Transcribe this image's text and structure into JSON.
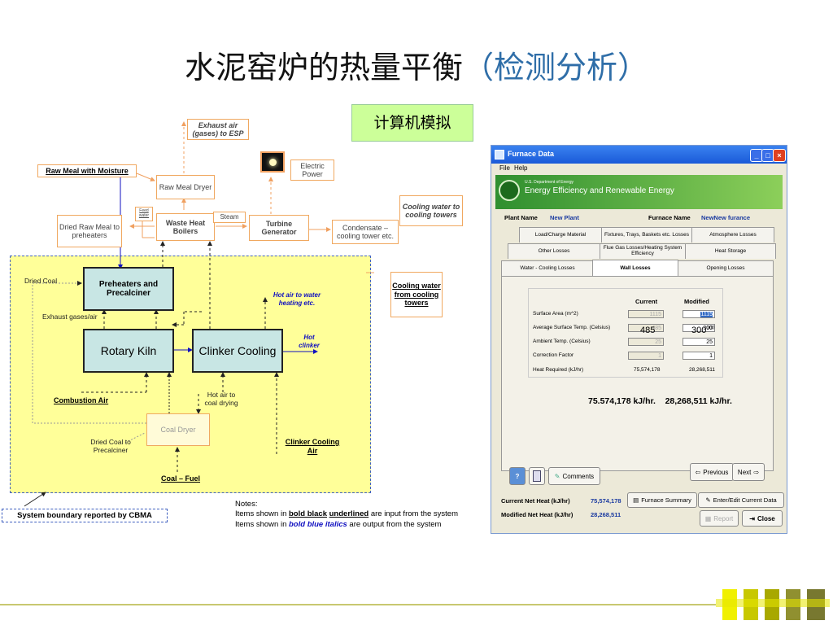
{
  "title": {
    "main": "水泥窑炉的热量平衡",
    "paren": "（检测分析）"
  },
  "sim_label": "计算机模拟",
  "diagram": {
    "exhaust_air": "Exhaust air (gases) to ESP",
    "raw_meal_moisture": "Raw Meal with Moisture",
    "raw_meal_dryer": "Raw Meal Dryer",
    "electric_power": "Electric Power",
    "cooling_water_towers": "Cooling water to cooling towers",
    "dried_raw_meal": "Dried Raw Meal to preheaters",
    "feed_water": "Feed water",
    "waste_heat_boilers": "Waste Heat Boilers",
    "steam": "Steam",
    "turbine_generator": "Turbine Generator",
    "condensate": "Condensate – cooling tower etc.",
    "dried_coal": "Dried Coal",
    "preheaters": "Preheaters and Precalciner",
    "hot_air_water": "Hot air to water heating etc.",
    "cooling_water_from": "Cooling water from cooling towers",
    "exhaust_gases": "Exhaust gases/air",
    "rotary_kiln": "Rotary Kiln",
    "clinker_cooling": "Clinker Cooling",
    "hot_clinker": "Hot clinker",
    "combustion_air": "Combustion Air",
    "hot_air_coal": "Hot air to coal drying",
    "coal_dryer": "Coal Dryer",
    "dried_coal_precalciner": "Dried Coal to Precalciner",
    "clinker_cooling_air": "Clinker Cooling Air",
    "coal_fuel": "Coal – Fuel",
    "system_boundary": "System boundary reported by CBMA"
  },
  "notes": {
    "heading": "Notes:",
    "line1_prefix": "Items shown in ",
    "line1_bold": "bold black",
    "line1_space": " ",
    "line1_ul": "underlined",
    "line1_suffix": " are input from the system",
    "line2_prefix": "Items shown in ",
    "line2_bi": "bold blue italics",
    "line2_suffix": " are output from the system"
  },
  "furnace_window": {
    "title": "Furnace Data",
    "menu": [
      "File",
      "Help"
    ],
    "banner_dept": "U.S. Department of Energy",
    "banner_title": "Energy Efficiency and Renewable Energy",
    "plant_name_label": "Plant Name",
    "plant_name_value": "New Plant",
    "furnace_name_label": "Furnace Name",
    "furnace_name_value": "NewNew furance",
    "tabs_row1": [
      "Load/Charge Material",
      "Fixtures, Trays, Baskets etc. Losses",
      "Atmosphere Losses"
    ],
    "tabs_row2": [
      "Other Losses",
      "Flue Gas Losses/Heating System Efficiency",
      "Heat Storage"
    ],
    "tabs_row3": [
      "Water - Cooling Losses",
      "Wall Losses",
      "Opening Losses"
    ],
    "col_current": "Current",
    "col_modified": "Modified",
    "rows": [
      {
        "label": "Surface Area (m^2)",
        "current": "1115",
        "modified": "1115"
      },
      {
        "label": "Average Surface Temp. (Celsius)",
        "current": "485",
        "modified": "300"
      },
      {
        "label": "Ambient Temp. (Celsius)",
        "current": "25",
        "modified": "25"
      },
      {
        "label": "Correction Factor",
        "current": "1",
        "modified": "1"
      },
      {
        "label": "Heat Required (kJ/hr)",
        "current": "75,574,178",
        "modified": "28,268,511"
      }
    ],
    "overlay_current_temp": "485",
    "overlay_modified_temp": "300",
    "overlay_modified_sup": "000",
    "result_text": "75.574,178 kJ/hr.    28,268,511 kJ/hr.",
    "comments_btn": "Comments",
    "previous_btn": "Previous",
    "next_btn": "Next",
    "current_net_label": "Current Net Heat (kJ/hr)",
    "current_net_value": "75,574,178",
    "modified_net_label": "Modified Net Heat (kJ/hr)",
    "modified_net_value": "28,268,511",
    "furnace_summary_btn": "Furnace Summary",
    "enter_edit_btn": "Enter/Edit Current Data",
    "report_btn": "Report",
    "close_btn": "Close"
  },
  "colors": {
    "boundary_fill": "#ffff99",
    "process_box": "#c8e6e4",
    "sim_label_bg": "#ccff99",
    "banner_green": "#3a9a3a",
    "title_paren": "#2f6ea8"
  }
}
